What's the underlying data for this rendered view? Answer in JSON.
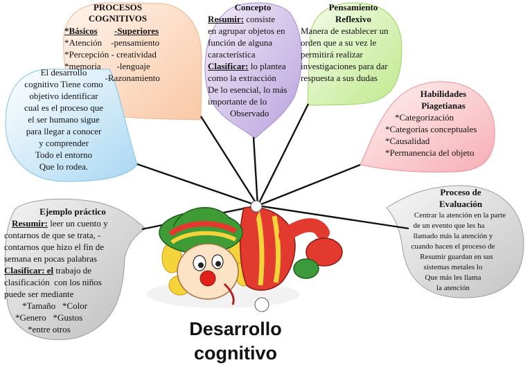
{
  "main_title": [
    "Desarrollo",
    "cognitivo"
  ],
  "nodes": {
    "procesos": {
      "title": [
        "PROCESOS",
        "COGNITIVOS"
      ],
      "basicos_label": "*Básicos",
      "superiores_label": "-Superiores",
      "rows": [
        "*Atención    -pensamiento",
        "*Percepción - creatividad",
        "*memoria       -lenguaje",
        "                  -Razonamiento"
      ]
    },
    "desarrollo": {
      "lines": [
        "El desarrollo",
        "cognitivo Tiene como",
        "objetivo identificar",
        "cual es el proceso que",
        "el ser humano sigue",
        "para llegar a conocer",
        "y comprender",
        "Todo el entorno",
        "Que lo rodea."
      ]
    },
    "concepto": {
      "title": "Concepto",
      "resumir_label": "Resumir:",
      "resumir_tail": " consiste",
      "resumir_lines": [
        "en agrupar objetos en",
        "función de alguna",
        "característica"
      ],
      "clasificar_label": "Clasificar:",
      "clasificar_tail": " lo plantea",
      "clasificar_lines": [
        "como la extracción",
        "De lo esencial, lo más",
        "importante de lo",
        "Observado"
      ]
    },
    "pensamiento": {
      "title": [
        "Pensamiento",
        "Reflexivo"
      ],
      "lines": [
        "Manera de establecer un",
        "orden que a su vez le",
        "permitirá realizar",
        "investigaciones para dar",
        "respuesta a sus dudas"
      ]
    },
    "habilidades": {
      "title": [
        "Habilidades",
        "Piagetianas"
      ],
      "items": [
        "*Categorización",
        "*Categorías conceptuales",
        "*Causalidad",
        "*Permanencia del objeto"
      ]
    },
    "evaluacion": {
      "title": [
        "Proceso de",
        "Evaluación"
      ],
      "lines": [
        "Centrar la atención en la parte",
        "de un evento que les ha",
        "llamado más la atención y",
        "cuando hacen el proceso de",
        "Resumir guardan en sus",
        "sistemas metales lo",
        "Que más les llama",
        "la atención"
      ]
    },
    "ejemplo": {
      "title": "Ejemplo práctico",
      "resumir_label": "Resumir:",
      "resumir_tail": " leer un cuento y",
      "resumir_lines": [
        "contarnos de que se trata, -",
        "contarnos que hizo el fin de",
        "semana en pocas palabras"
      ],
      "clasificar_label": "Clasificar: el",
      "clasificar_tail": " trabajo de",
      "clasificar_lines": [
        "clasificación  con los niños",
        "puede ser mediante",
        "*Tamaño   *Color",
        "*Genero   *Gustos",
        "*entre otros"
      ]
    }
  },
  "colors": {
    "procesos": "#fde3d3",
    "desarrollo": "#d7ecf8",
    "concepto": "#d7c9ec",
    "pensamiento": "#dff5c2",
    "habilidades": "#fbd6d8",
    "evaluacion": "#e0e0e0",
    "ejemplo": "#dadada",
    "string": "#111111"
  }
}
